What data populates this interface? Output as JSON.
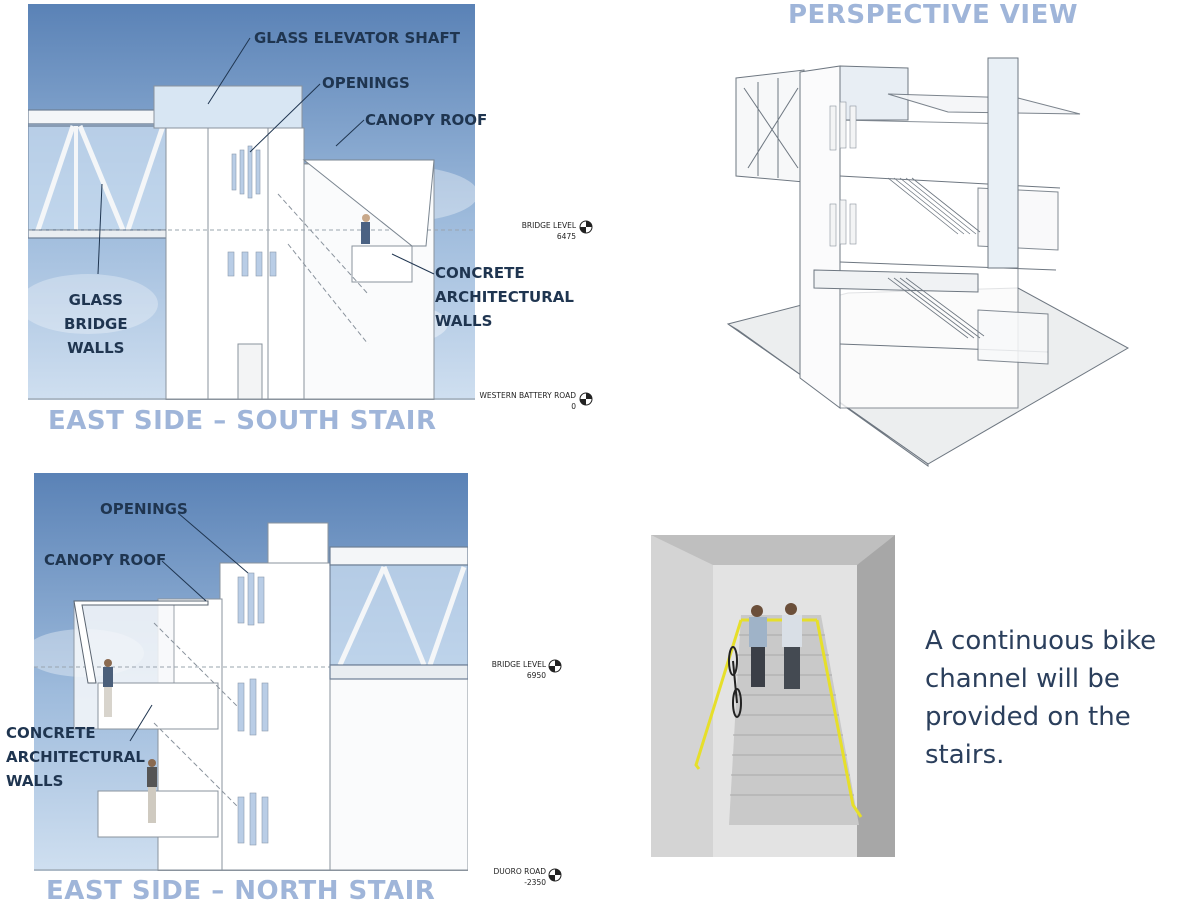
{
  "elevation_south": {
    "title": "EAST SIDE – SOUTH STAIR",
    "callouts": {
      "glass_elevator_shaft": "GLASS ELEVATOR SHAFT",
      "openings": "OPENINGS",
      "canopy_roof": "CANOPY ROOF",
      "glass_bridge_walls": [
        "GLASS",
        "BRIDGE",
        "WALLS"
      ],
      "concrete_walls": [
        "CONCRETE",
        "ARCHITECTURAL",
        "WALLS"
      ]
    },
    "levels": {
      "bridge": {
        "name": "BRIDGE LEVEL",
        "value": "6475"
      },
      "road": {
        "name": "WESTERN BATTERY ROAD",
        "value": "0"
      }
    }
  },
  "perspective": {
    "title": "PERSPECTIVE VIEW"
  },
  "elevation_north": {
    "title": "EAST SIDE – NORTH STAIR",
    "callouts": {
      "openings": "OPENINGS",
      "canopy_roof": "CANOPY ROOF",
      "concrete_walls": [
        "CONCRETE",
        "ARCHITECTURAL",
        "WALLS"
      ]
    },
    "levels": {
      "bridge": {
        "name": "BRIDGE LEVEL",
        "value": "6950"
      },
      "road": {
        "name": "DUORO ROAD",
        "value": "-2350"
      }
    }
  },
  "bike_channel": {
    "text": [
      "A continuous bike",
      "channel will be",
      "provided on the stairs."
    ]
  },
  "colors": {
    "title": "#9fb5d9",
    "callout_text": "#1f3550",
    "sky": "#5f86b8",
    "rail_yellow": "#e6df2a"
  }
}
